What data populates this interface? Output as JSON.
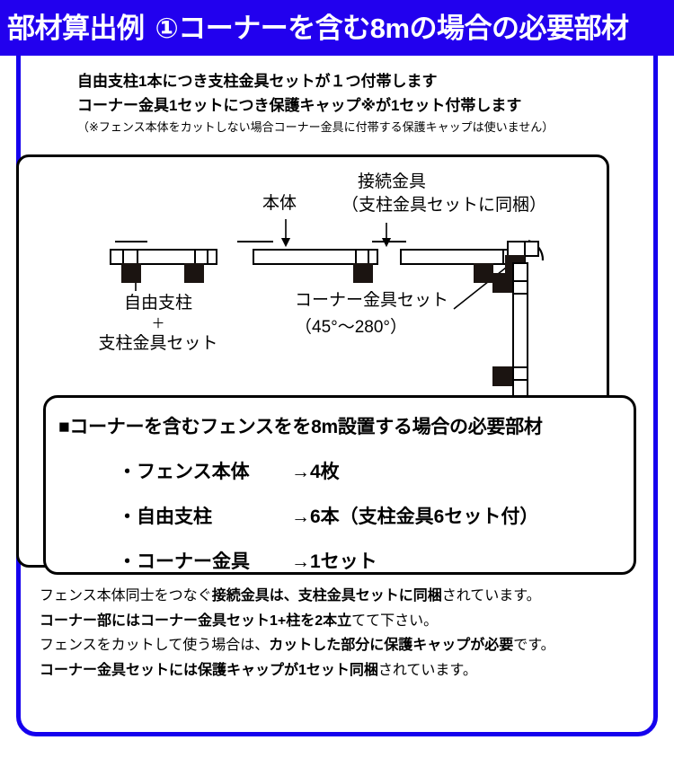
{
  "header": {
    "title_main": "部材算出例",
    "title_sub": "①コーナーを含む8mの場合の必要部材",
    "background_color": "#2200EE",
    "text_color": "#FFFFFF"
  },
  "subtitle": {
    "line1": "自由支柱1本につき支柱金具セットが１つ付帯します",
    "line2": "コーナー金具1セットにつき保護キャップ※が1セット付帯します",
    "note": "（※フェンス本体をカットしない場合コーナー金具に付帯する保護キャップは使いません）"
  },
  "diagram": {
    "label_body": "本体",
    "label_connector_line1": "接続金具",
    "label_connector_line2": "（支柱金具セットに同梱）",
    "label_post_line1": "自由支柱",
    "label_post_plus": "＋",
    "label_post_line2": "支柱金具セット",
    "label_corner_line1": "コーナー金具セット",
    "label_corner_line2": "（45°〜280°）"
  },
  "requirements": {
    "heading": "■コーナーを含むフェンスをを8m設置する場合の必要部材",
    "items": [
      {
        "bullet": "・",
        "name": "フェンス本体",
        "qty": "→4枚"
      },
      {
        "bullet": "・",
        "name": "自由支柱",
        "qty": "→6本（支柱金具6セット付）"
      },
      {
        "bullet": "・",
        "name": "コーナー金具",
        "qty": "→1セット"
      }
    ]
  },
  "footnotes": {
    "line1_a": "フェンス本体同士をつなぐ",
    "line1_b": "接続金具は、支柱金具セットに同梱",
    "line1_c": "されています。",
    "line2_a": "コーナー部にはコーナー金具セット1+柱を2本立",
    "line2_b": "てて下さい。",
    "line3_a": "フェンスをカットして使う場合は、",
    "line3_b": "カットした部分に保護キャップが必要",
    "line3_c": "です。",
    "line4_a": "コーナー金具セットには保護キャップが1セット同梱",
    "line4_b": "されています。"
  },
  "colors": {
    "frame_blue": "#1500EE",
    "header_blue": "#2200EE",
    "post_dark": "#1B1411",
    "line_black": "#000000"
  }
}
